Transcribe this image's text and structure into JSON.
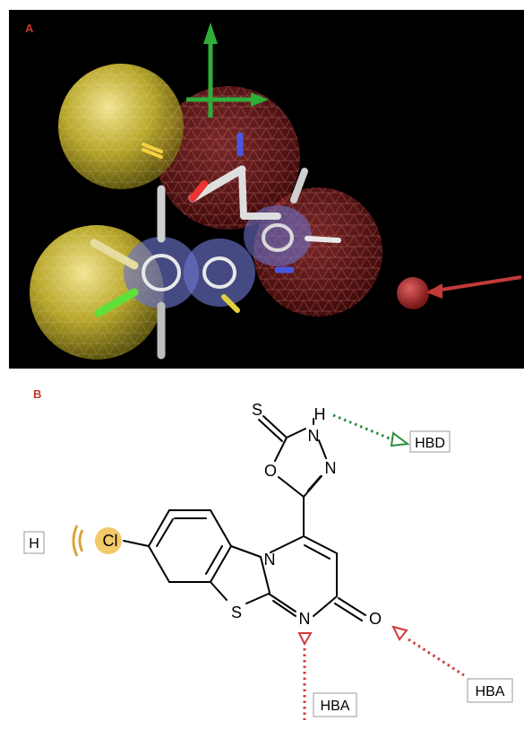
{
  "panel_a": {
    "label": "A"
  },
  "panel_b": {
    "label": "B",
    "atoms": {
      "thione_s": "S",
      "nh_h": "H",
      "nh_n": "N",
      "n2": "N",
      "o_ring": "O",
      "cl": "Cl",
      "n_bridge": "N",
      "s_thiazole": "S",
      "n_pyrimidine": "N",
      "o_carbonyl": "O"
    },
    "features": {
      "hbd": "HBD",
      "hba_n": "HBA",
      "hba_o": "HBA",
      "hydrophobic": "H"
    }
  },
  "colors": {
    "panel_label": "#c0392b",
    "hbd": "#2e8b3e",
    "hba": "#d23a3a",
    "hydrophobic": "#f3c969",
    "hydrophobic_arc": "#d9a53a"
  }
}
